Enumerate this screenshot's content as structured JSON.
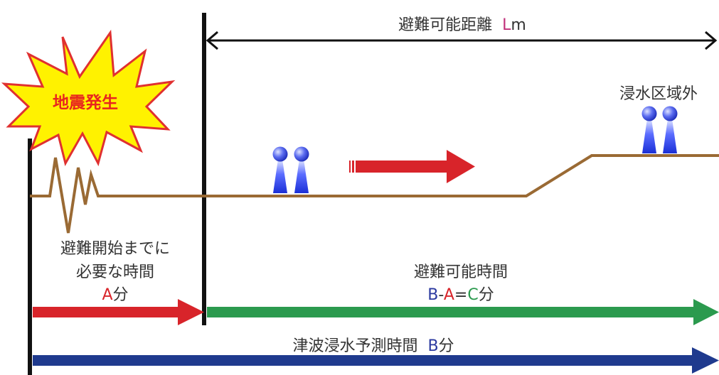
{
  "distance": {
    "label": "避難可能距離",
    "unit_letter": "L",
    "unit": "m"
  },
  "earthquake": {
    "label": "地震発生"
  },
  "outside_zone": {
    "label": "浸水区域外"
  },
  "prep_time": {
    "line1": "避難開始までに",
    "line2": "必要な時間",
    "var": "A",
    "unit": "分"
  },
  "evac_time": {
    "label": "避難可能時間",
    "b": "B",
    "dash": "-",
    "a": "A",
    "eq": "=",
    "c": "C",
    "unit": "分"
  },
  "tsunami_time": {
    "label": "津波浸水予測時間",
    "var": "B",
    "unit": "分"
  },
  "colors": {
    "ground": "#9a6a34",
    "red": "#d8242a",
    "green": "#2b9a4e",
    "navy": "#1f3a8e",
    "blue_letter": "#2c3aa0",
    "magenta_letter": "#c0307a",
    "burst_fill": "#fff200",
    "burst_stroke": "#e03030"
  }
}
